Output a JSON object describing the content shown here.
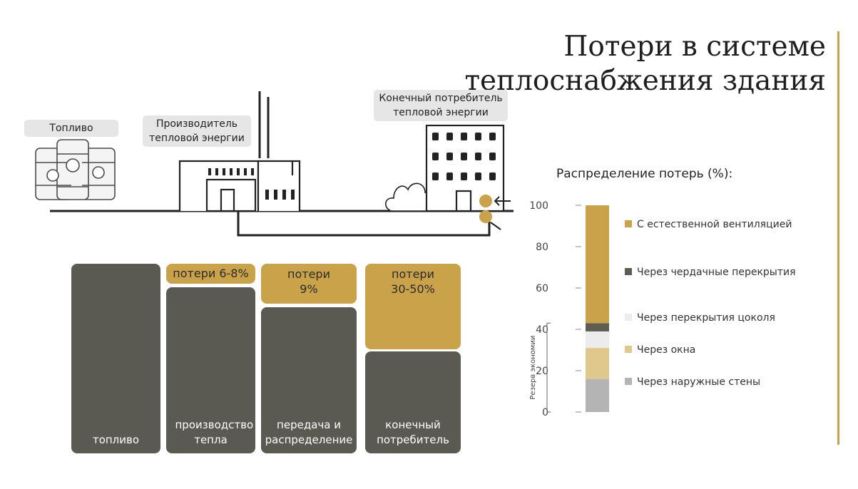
{
  "title_lines": [
    "Потери в системе",
    "теплоснабжения здания"
  ],
  "colors": {
    "gold": "#c9a24a",
    "dark": "#5b5a52",
    "tag_bg": "#e6e6e6",
    "ventilation": "#c9a24a",
    "attic": "#5e5d52",
    "basement": "#ececec",
    "windows": "#e0c88c",
    "walls": "#b4b4b4"
  },
  "illustration": {
    "fuel_tag": "Топливо",
    "producer_tag": "Производитель тепловой энергии",
    "consumer_tag": "Конечный потребитель тепловой энергии",
    "icons": [
      "oil-barrel-icon",
      "factory-icon",
      "building-icon",
      "tree-icon",
      "pipe-icon"
    ]
  },
  "blocks": [
    {
      "label": "топливо",
      "loss": ""
    },
    {
      "label": "производство тепла",
      "loss": "потери 6-8%"
    },
    {
      "label": "передача и распределение",
      "loss": "потери 9%"
    },
    {
      "label": "конечный потребитель",
      "loss": "потери 30-50%"
    }
  ],
  "chart_data": {
    "type": "bar",
    "title": "Распределение потерь (%):",
    "ylim": [
      0,
      100
    ],
    "yticks": [
      0,
      20,
      40,
      60,
      80,
      100
    ],
    "annotation": "Резерв экономии",
    "annotation_range": [
      0,
      43
    ],
    "stacked": true,
    "series": [
      {
        "name": "Через наружные стены",
        "values": [
          16
        ],
        "color": "#b4b4b4"
      },
      {
        "name": "Через окна",
        "values": [
          15
        ],
        "color": "#e0c88c"
      },
      {
        "name": "Через перекрытия цоколя",
        "values": [
          8
        ],
        "color": "#ececec"
      },
      {
        "name": "Через чердачные перекрытия",
        "values": [
          4
        ],
        "color": "#5e5d52"
      },
      {
        "name": "С естественной вентиляцией",
        "values": [
          57
        ],
        "color": "#c9a24a"
      }
    ],
    "legend_order": [
      "С естественной вентиляцией",
      "Через чердачные перекрытия",
      "Через перекрытия цоколя",
      "Через окна",
      "Через наружные стены"
    ]
  }
}
